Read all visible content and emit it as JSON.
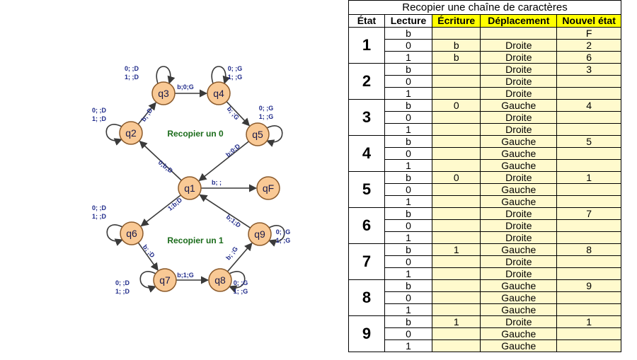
{
  "diagram": {
    "group0_label": "Recopier un 0",
    "group1_label": "Recopier un 1",
    "nodes": [
      {
        "id": "q1",
        "label": "q1"
      },
      {
        "id": "q2",
        "label": "q2"
      },
      {
        "id": "q3",
        "label": "q3"
      },
      {
        "id": "q4",
        "label": "q4"
      },
      {
        "id": "q5",
        "label": "q5"
      },
      {
        "id": "q6",
        "label": "q6"
      },
      {
        "id": "q7",
        "label": "q7"
      },
      {
        "id": "q8",
        "label": "q8"
      },
      {
        "id": "q9",
        "label": "q9"
      },
      {
        "id": "qF",
        "label": "qF"
      }
    ],
    "edges": [
      {
        "from": "q1",
        "to": "q2",
        "label": "0;b;D"
      },
      {
        "from": "q2",
        "to": "q3",
        "label": "b; ;D"
      },
      {
        "from": "q3",
        "to": "q4",
        "label": "b;0;G"
      },
      {
        "from": "q4",
        "to": "q5",
        "label": "b; ;G"
      },
      {
        "from": "q5",
        "to": "q1",
        "label": "b;0;D"
      },
      {
        "from": "q1",
        "to": "qF",
        "label": "b; ;"
      },
      {
        "from": "q1",
        "to": "q6",
        "label": "1;b;D"
      },
      {
        "from": "q6",
        "to": "q7",
        "label": "b; ;D"
      },
      {
        "from": "q7",
        "to": "q8",
        "label": "b;1;G"
      },
      {
        "from": "q8",
        "to": "q9",
        "label": "b; ;G"
      },
      {
        "from": "q9",
        "to": "q1",
        "label": "b;1;D"
      }
    ],
    "loops": [
      {
        "node": "q2",
        "line1": "0; ;D",
        "line2": "1; ;D"
      },
      {
        "node": "q3",
        "line1": "0; ;D",
        "line2": "1; ;D"
      },
      {
        "node": "q4",
        "line1": "0; ;G",
        "line2": "1; ;G"
      },
      {
        "node": "q5",
        "line1": "0; ;G",
        "line2": "1; ;G"
      },
      {
        "node": "q6",
        "line1": "0; ;D",
        "line2": "1; ;D"
      },
      {
        "node": "q7",
        "line1": "0; ;D",
        "line2": "1; ;D"
      },
      {
        "node": "q8",
        "line1": "0; ;G",
        "line2": "1; ;G"
      },
      {
        "node": "q9",
        "line1": "0; ;G",
        "line2": "1; ;G"
      }
    ]
  },
  "table": {
    "title": "Recopier une chaîne de caractères",
    "headers": [
      "État",
      "Lecture",
      "Écriture",
      "Déplacement",
      "Nouvel état"
    ],
    "states": [
      {
        "state": "1",
        "rows": [
          [
            "b",
            "",
            "",
            "F"
          ],
          [
            "0",
            "b",
            "Droite",
            "2"
          ],
          [
            "1",
            "b",
            "Droite",
            "6"
          ]
        ]
      },
      {
        "state": "2",
        "rows": [
          [
            "b",
            "",
            "Droite",
            "3"
          ],
          [
            "0",
            "",
            "Droite",
            ""
          ],
          [
            "1",
            "",
            "Droite",
            ""
          ]
        ]
      },
      {
        "state": "3",
        "rows": [
          [
            "b",
            "0",
            "Gauche",
            "4"
          ],
          [
            "0",
            "",
            "Droite",
            ""
          ],
          [
            "1",
            "",
            "Droite",
            ""
          ]
        ]
      },
      {
        "state": "4",
        "rows": [
          [
            "b",
            "",
            "Gauche",
            "5"
          ],
          [
            "0",
            "",
            "Gauche",
            ""
          ],
          [
            "1",
            "",
            "Gauche",
            ""
          ]
        ]
      },
      {
        "state": "5",
        "rows": [
          [
            "b",
            "0",
            "Droite",
            "1"
          ],
          [
            "0",
            "",
            "Gauche",
            ""
          ],
          [
            "1",
            "",
            "Gauche",
            ""
          ]
        ]
      },
      {
        "state": "6",
        "rows": [
          [
            "b",
            "",
            "Droite",
            "7"
          ],
          [
            "0",
            "",
            "Droite",
            ""
          ],
          [
            "1",
            "",
            "Droite",
            ""
          ]
        ]
      },
      {
        "state": "7",
        "rows": [
          [
            "b",
            "1",
            "Gauche",
            "8"
          ],
          [
            "0",
            "",
            "Droite",
            ""
          ],
          [
            "1",
            "",
            "Droite",
            ""
          ]
        ]
      },
      {
        "state": "8",
        "rows": [
          [
            "b",
            "",
            "Gauche",
            "9"
          ],
          [
            "0",
            "",
            "Gauche",
            ""
          ],
          [
            "1",
            "",
            "Gauche",
            ""
          ]
        ]
      },
      {
        "state": "9",
        "rows": [
          [
            "b",
            "1",
            "Droite",
            "1"
          ],
          [
            "0",
            "",
            "Gauche",
            ""
          ],
          [
            "1",
            "",
            "Gauche",
            ""
          ]
        ]
      }
    ]
  },
  "colors": {
    "node_fill": "#f9c995",
    "node_stroke": "#8b5a2b",
    "edge_label": "#1f2a8a",
    "group_label": "#1a6b1a",
    "header_yellow": "#ffff00",
    "cell_yellow": "#fffacd"
  }
}
